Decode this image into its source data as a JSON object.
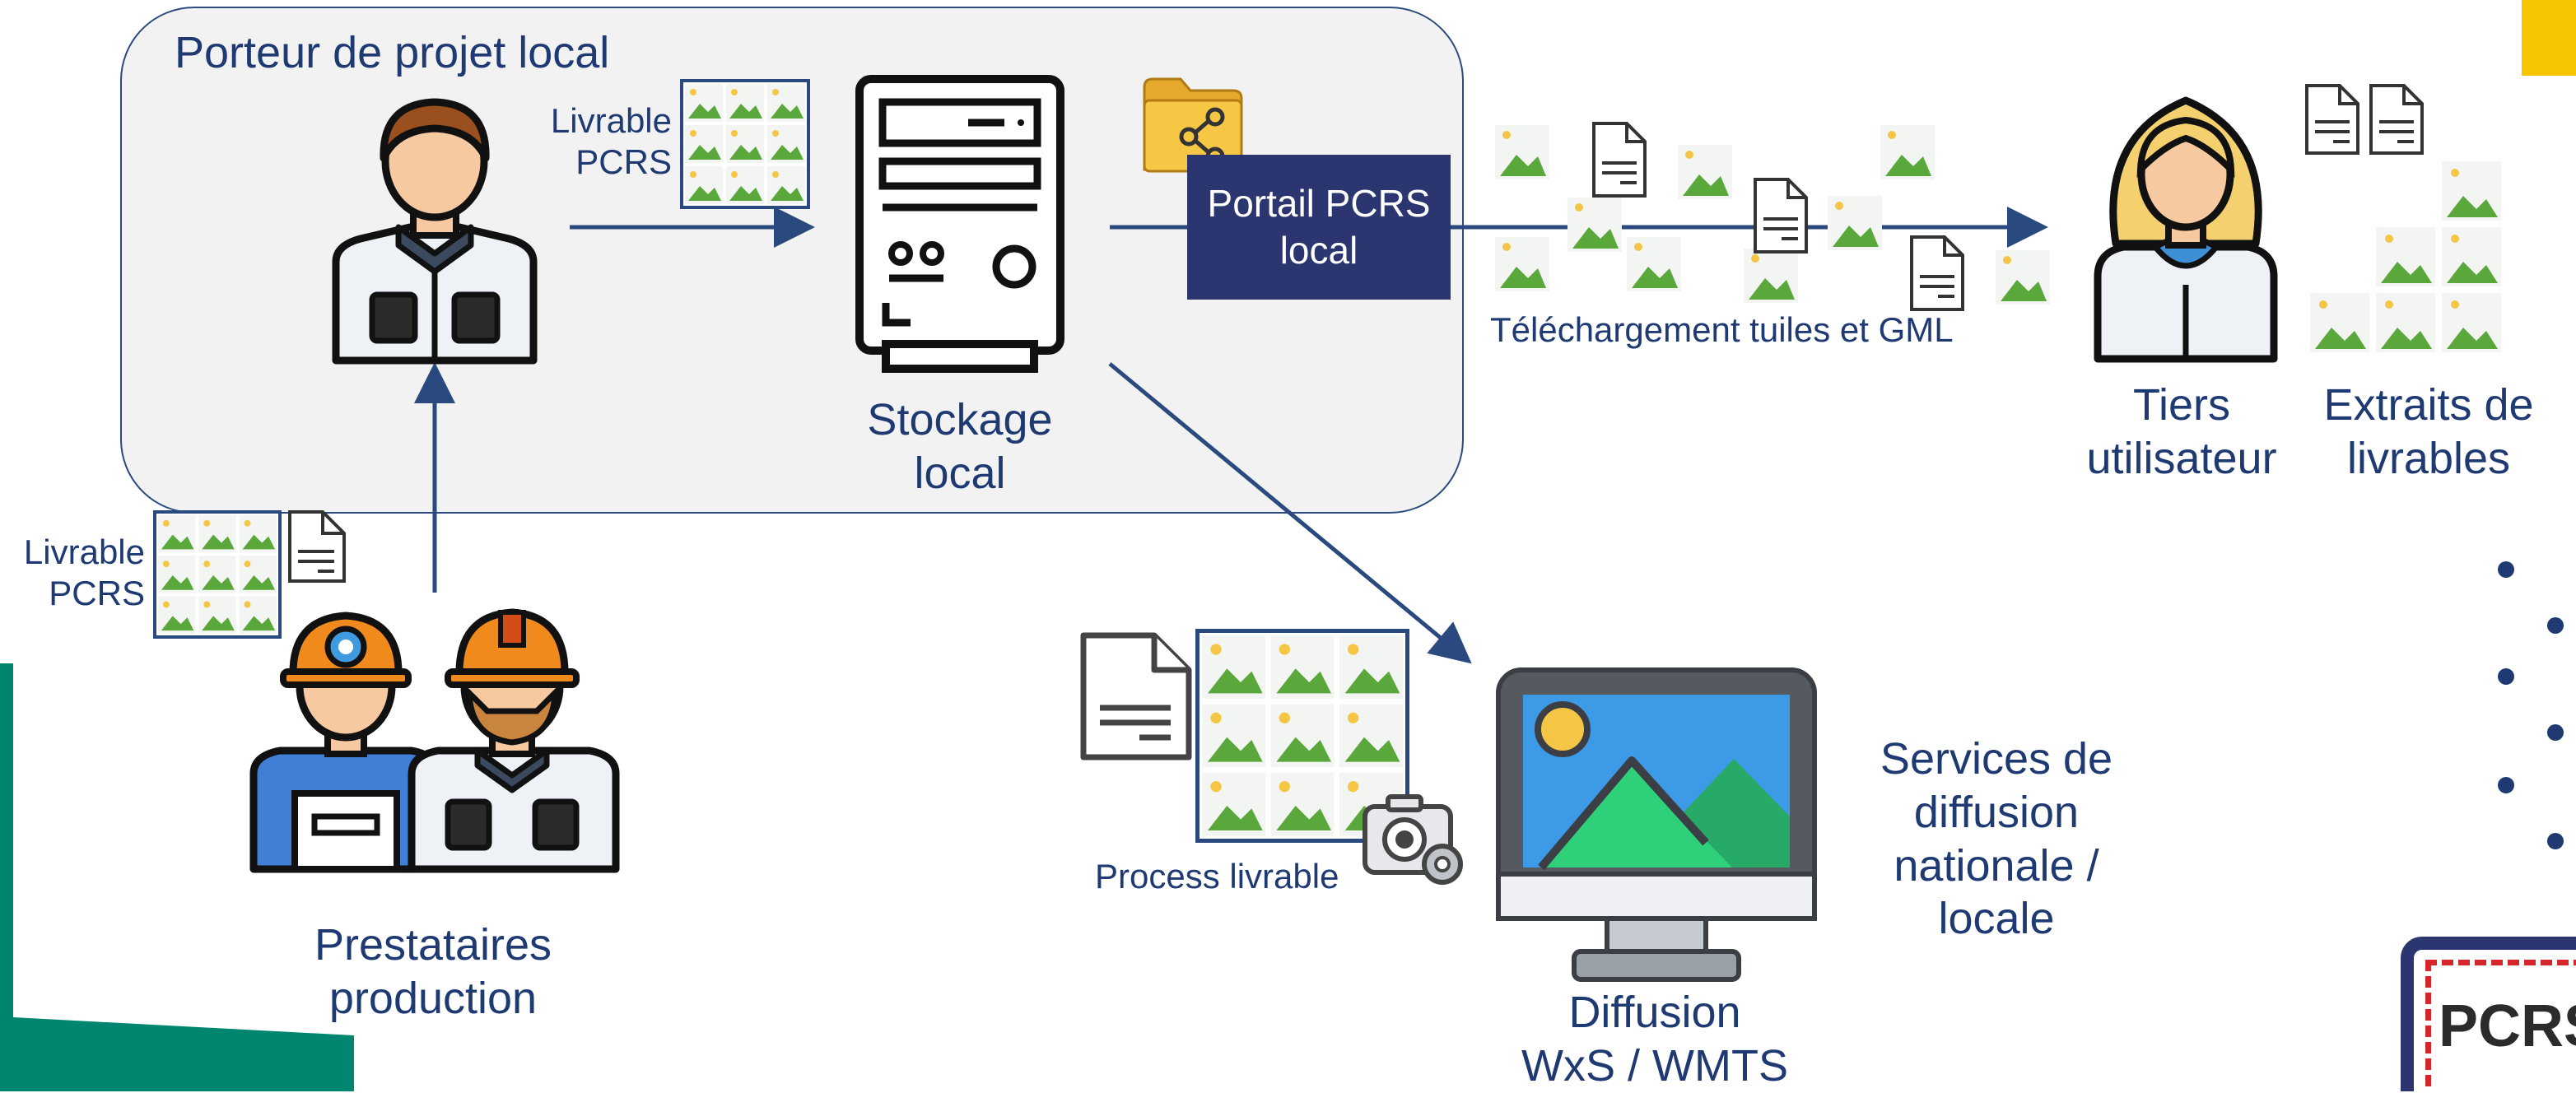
{
  "local_area": {
    "title": "Porteur de projet local"
  },
  "labels": {
    "livrable_top": [
      "Livrable",
      "PCRS"
    ],
    "livrable_left": [
      "Livrable",
      "PCRS"
    ],
    "stockage": [
      "Stockage",
      "local"
    ],
    "portail": [
      "Portail PCRS",
      "local"
    ],
    "telechargement": "Téléchargement tuiles et GML",
    "tiers": [
      "Tiers",
      "utilisateur"
    ],
    "extraits": [
      "Extraits de",
      "livrables"
    ],
    "prestataires": [
      "Prestataires",
      "production"
    ],
    "process": "Process livrable",
    "diffusion": [
      "Diffusion",
      "WxS / WMTS"
    ],
    "services": [
      "Services de",
      "diffusion",
      "nationale /",
      "locale"
    ],
    "logo_text": "PCRS"
  },
  "icons": {
    "person_owner": "project-owner-person-icon",
    "workers": "production-workers-icon",
    "server": "server-storage-icon",
    "folder": "shared-folder-icon",
    "user": "end-user-woman-icon",
    "monitor": "monitor-image-icon",
    "camera": "camera-settings-icon",
    "document": "document-icon",
    "tile": "image-tile-icon"
  },
  "colors": {
    "navy": "#1f3a73",
    "portal_bg": "#2b3570",
    "box_bg": "#f2f2f2",
    "teal": "#00856f",
    "accent_yellow": "#f6c400",
    "logo_red": "#d6262b"
  }
}
